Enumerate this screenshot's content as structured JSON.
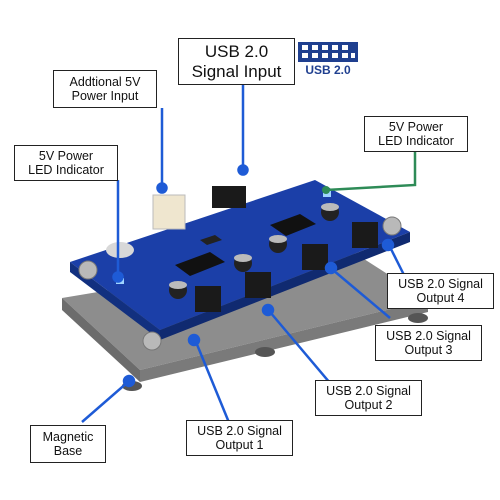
{
  "labels": {
    "signal_input": {
      "line1": "USB 2.0",
      "line2": "Signal Input"
    },
    "usb_badge": "USB 2.0",
    "additional_power": {
      "line1": "Addtional  5V",
      "line2": "Power Input"
    },
    "led_left": {
      "line1": "5V Power",
      "line2": "LED  Indicator"
    },
    "led_right": {
      "line1": "5V Power",
      "line2": "LED  Indicator"
    },
    "output_4": {
      "line1": "USB 2.0 Signal",
      "line2": "Output  4"
    },
    "output_3": {
      "line1": "USB 2.0 Signal",
      "line2": "Output  3"
    },
    "output_2": {
      "line1": "USB 2.0 Signal",
      "line2": "Output  2"
    },
    "output_1": {
      "line1": "USB 2.0 Signal",
      "line2": "Output  1"
    },
    "magnetic_base": {
      "line1": "Magnetic",
      "line2": "Base"
    }
  },
  "colors": {
    "pcb": "#1b3fa8",
    "pcb_dark": "#12307f",
    "callout_line": "#1e5bd6",
    "led_line": "#2e8b57",
    "base": "#9a9a9a",
    "badge_blue": "#1f3f8f"
  }
}
